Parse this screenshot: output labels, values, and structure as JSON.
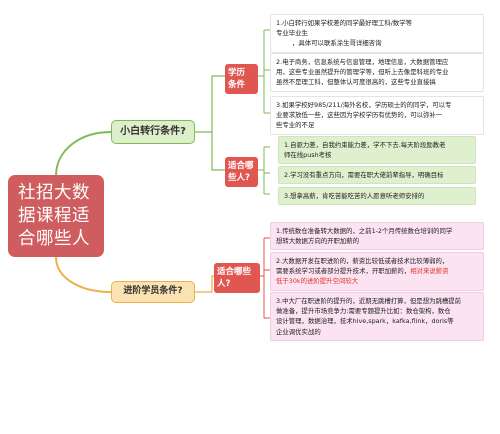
{
  "root": {
    "lines": [
      "社招大数",
      "据课程适",
      "合哪些人"
    ]
  },
  "branches": [
    {
      "label": "小白转行条件?",
      "groups": [
        {
          "tag_lines": [
            "学历",
            "条件"
          ],
          "leaves": [
            {
              "lines": [
                "1.小白转行如果学校差的同学最好理工科/数学等",
                "专业毕业生",
                "，具体可以联系涂生哥详细咨询"
              ]
            },
            {
              "lines": [
                "2.电子商务，信息系统与信息管理，地理信息，大数据管理应",
                "用，这些专业虽然提升的管理学等，但听上去像是科班的专业",
                "虽然不是理工科，但整体认可度很高的，这些专业直接搞"
              ]
            },
            {
              "lines": [
                "3.如果学校好985/211/海外名校，学历硕士的的同学，可以专",
                "业要求放低一些，这些因为学校学历有优势的，可以弥补一",
                "些专业的不足"
              ]
            }
          ]
        },
        {
          "tag_lines": [
            "适合哪",
            "些人?"
          ],
          "leaves": [
            {
              "lines": [
                "1.自驱力差，自我约束能力差，学不下去.每天阶段励教老",
                "师在线push考核"
              ]
            },
            {
              "lines": [
                "2.学习没有重点方向，需要在职大佬前辈指导，明确目标"
              ]
            },
            {
              "lines": [
                "3.想拿高薪，肯吃苦能吃苦的人愿意听老师安排的"
              ]
            }
          ]
        }
      ]
    },
    {
      "label": "进阶学员条件?",
      "groups": [
        {
          "tag_lines": [
            "适合哪些",
            "人?"
          ],
          "leaves": [
            {
              "lines": [
                "1.传统数仓准备转大数据的，之前1-2个月传统数仓培训的同学",
                "想转大数据方向的开职加薪的"
              ]
            },
            {
              "lines": [
                "2.大数据开发在职进阶的，薪资比较低或者技术比较薄弱的，",
                "需要系统学习或者部分提升技术，开职加薪的，相对来说薪资",
                "低于30k的进阶提升空间较大"
              ],
              "highlight_from": "相对来说薪资"
            },
            {
              "lines": [
                "3.中大厂在职进阶的提升的，近期无跳槽打算，但是想为跳槽提前",
                "做准备，提升市场竞争力:需要专题提升比如：数仓架构，数仓",
                "设计管理，数据治理，技术hive,spark，kafka,flink，doris等",
                "企业调优实战的"
              ]
            }
          ]
        }
      ]
    }
  ],
  "colors": {
    "root": "#cf5d5f",
    "branch1_bg": "#dcefc9",
    "branch1_line": "#7dbb57",
    "branch2_bg": "#fbe2b2",
    "branch2_line": "#eab24d",
    "tag": "#e05752",
    "highlight_text": "#e2332a"
  }
}
